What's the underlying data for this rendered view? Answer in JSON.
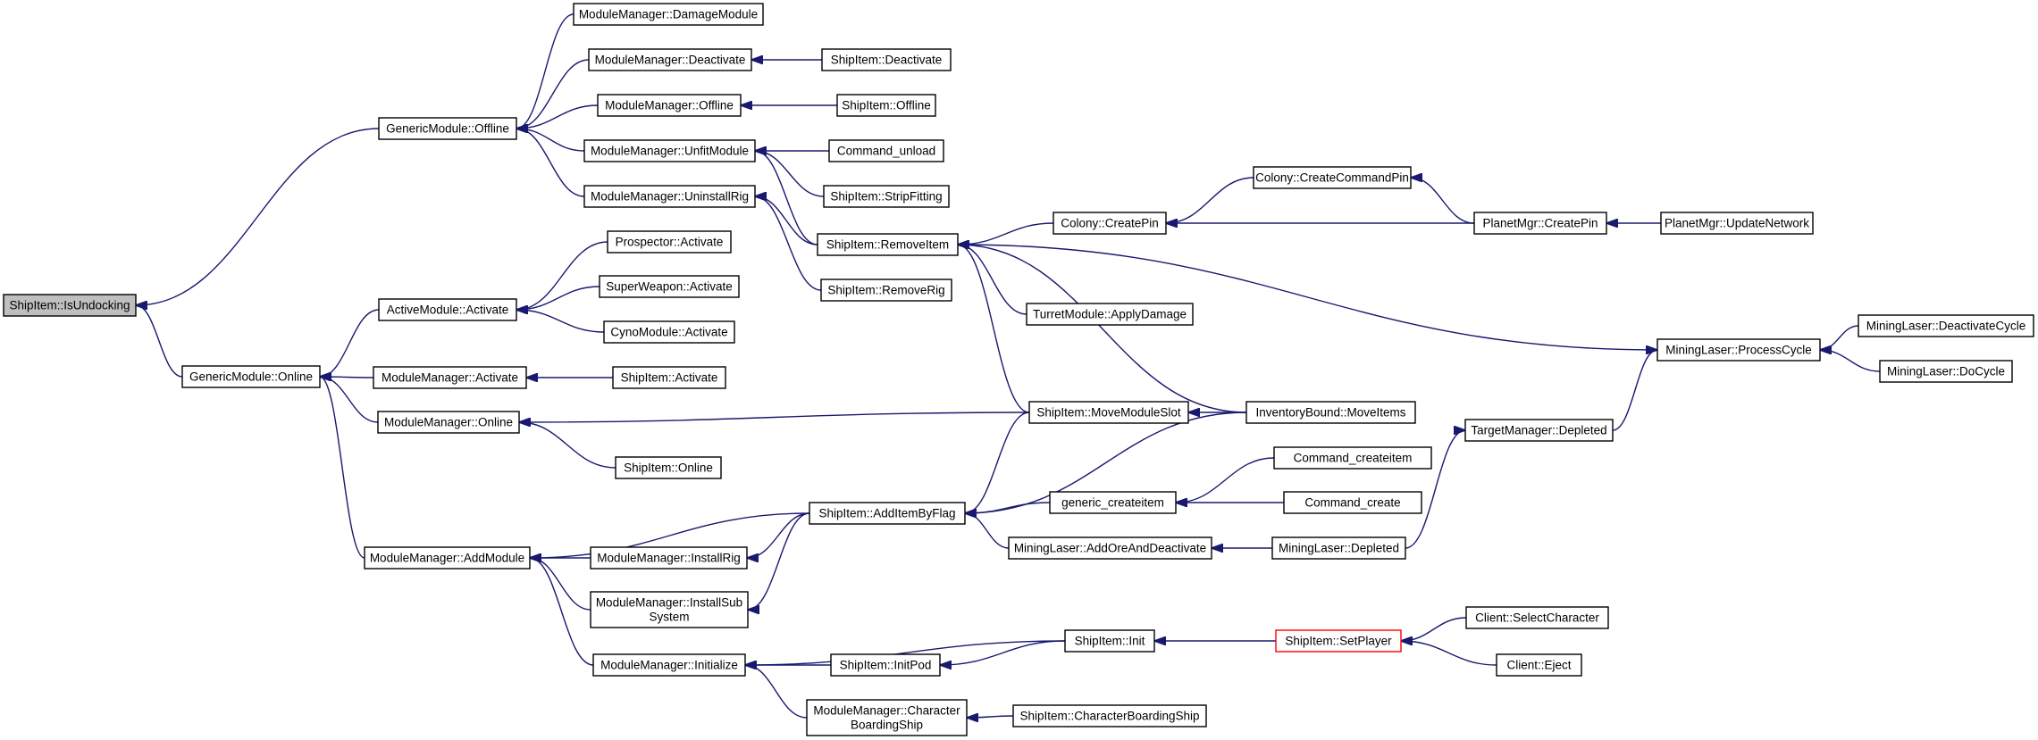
{
  "nodes": [
    {
      "id": "root",
      "lines": [
        "ShipItem::IsUndocking"
      ]
    },
    {
      "id": "gm_offline",
      "lines": [
        "GenericModule::Offline"
      ]
    },
    {
      "id": "gm_online",
      "lines": [
        "GenericModule::Online"
      ]
    },
    {
      "id": "mm_damage",
      "lines": [
        "ModuleManager::DamageModule"
      ]
    },
    {
      "id": "mm_deactivate",
      "lines": [
        "ModuleManager::Deactivate"
      ]
    },
    {
      "id": "mm_offline",
      "lines": [
        "ModuleManager::Offline"
      ]
    },
    {
      "id": "mm_unfit",
      "lines": [
        "ModuleManager::UnfitModule"
      ]
    },
    {
      "id": "mm_uninstallrig",
      "lines": [
        "ModuleManager::UninstallRig"
      ]
    },
    {
      "id": "si_deactivate",
      "lines": [
        "ShipItem::Deactivate"
      ]
    },
    {
      "id": "si_offline",
      "lines": [
        "ShipItem::Offline"
      ]
    },
    {
      "id": "cmd_unload",
      "lines": [
        "Command_unload"
      ]
    },
    {
      "id": "si_strip",
      "lines": [
        "ShipItem::StripFitting"
      ]
    },
    {
      "id": "si_removeitem",
      "lines": [
        "ShipItem::RemoveItem"
      ]
    },
    {
      "id": "si_removerig",
      "lines": [
        "ShipItem::RemoveRig"
      ]
    },
    {
      "id": "colony_createpin",
      "lines": [
        "Colony::CreatePin"
      ]
    },
    {
      "id": "colony_createcmdpin",
      "lines": [
        "Colony::CreateCommandPin"
      ]
    },
    {
      "id": "pm_createpin",
      "lines": [
        "PlanetMgr::CreatePin"
      ]
    },
    {
      "id": "pm_updatenet",
      "lines": [
        "PlanetMgr::UpdateNetwork"
      ]
    },
    {
      "id": "turret_applydmg",
      "lines": [
        "TurretModule::ApplyDamage"
      ]
    },
    {
      "id": "am_activate",
      "lines": [
        "ActiveModule::Activate"
      ]
    },
    {
      "id": "prospector",
      "lines": [
        "Prospector::Activate"
      ]
    },
    {
      "id": "superweapon",
      "lines": [
        "SuperWeapon::Activate"
      ]
    },
    {
      "id": "cyno",
      "lines": [
        "CynoModule::Activate"
      ]
    },
    {
      "id": "mm_activate",
      "lines": [
        "ModuleManager::Activate"
      ]
    },
    {
      "id": "si_activate",
      "lines": [
        "ShipItem::Activate"
      ]
    },
    {
      "id": "mm_online",
      "lines": [
        "ModuleManager::Online"
      ]
    },
    {
      "id": "si_online",
      "lines": [
        "ShipItem::Online"
      ]
    },
    {
      "id": "si_movemodule",
      "lines": [
        "ShipItem::MoveModuleSlot"
      ]
    },
    {
      "id": "inv_moveitems",
      "lines": [
        "InventoryBound::MoveItems"
      ]
    },
    {
      "id": "ml_processcycle",
      "lines": [
        "MiningLaser::ProcessCycle"
      ]
    },
    {
      "id": "ml_deactivatecycle",
      "lines": [
        "MiningLaser::DeactivateCycle"
      ]
    },
    {
      "id": "ml_docycle",
      "lines": [
        "MiningLaser::DoCycle"
      ]
    },
    {
      "id": "tm_depleted",
      "lines": [
        "TargetManager::Depleted"
      ]
    },
    {
      "id": "mm_addmodule",
      "lines": [
        "ModuleManager::AddModule"
      ]
    },
    {
      "id": "si_additembyflag",
      "lines": [
        "ShipItem::AddItemByFlag"
      ]
    },
    {
      "id": "mm_installrig",
      "lines": [
        "ModuleManager::InstallRig"
      ]
    },
    {
      "id": "mm_installsub",
      "lines": [
        "ModuleManager::InstallSub",
        "System"
      ]
    },
    {
      "id": "generic_create",
      "lines": [
        "generic_createitem"
      ]
    },
    {
      "id": "cmd_createitem",
      "lines": [
        "Command_createitem"
      ]
    },
    {
      "id": "cmd_create",
      "lines": [
        "Command_create"
      ]
    },
    {
      "id": "ml_addore",
      "lines": [
        "MiningLaser::AddOreAndDeactivate"
      ]
    },
    {
      "id": "ml_depleted",
      "lines": [
        "MiningLaser::Depleted"
      ]
    },
    {
      "id": "mm_initialize",
      "lines": [
        "ModuleManager::Initialize"
      ]
    },
    {
      "id": "si_init",
      "lines": [
        "ShipItem::Init"
      ]
    },
    {
      "id": "si_initpod",
      "lines": [
        "ShipItem::InitPod"
      ]
    },
    {
      "id": "si_setplayer",
      "lines": [
        "ShipItem::SetPlayer"
      ]
    },
    {
      "id": "client_select",
      "lines": [
        "Client::SelectCharacter"
      ]
    },
    {
      "id": "client_eject",
      "lines": [
        "Client::Eject"
      ]
    },
    {
      "id": "mm_charboarding",
      "lines": [
        "ModuleManager::Character",
        "BoardingShip"
      ]
    },
    {
      "id": "si_charboarding",
      "lines": [
        "ShipItem::CharacterBoardingShip"
      ]
    }
  ],
  "edges": [
    [
      "gm_offline",
      "root"
    ],
    [
      "gm_online",
      "root"
    ],
    [
      "mm_damage",
      "gm_offline"
    ],
    [
      "mm_deactivate",
      "gm_offline"
    ],
    [
      "mm_offline",
      "gm_offline"
    ],
    [
      "mm_unfit",
      "gm_offline"
    ],
    [
      "mm_uninstallrig",
      "gm_offline"
    ],
    [
      "si_deactivate",
      "mm_deactivate"
    ],
    [
      "si_offline",
      "mm_offline"
    ],
    [
      "cmd_unload",
      "mm_unfit"
    ],
    [
      "si_strip",
      "mm_unfit"
    ],
    [
      "si_removeitem",
      "mm_unfit"
    ],
    [
      "si_removeitem",
      "mm_uninstallrig"
    ],
    [
      "si_removerig",
      "mm_uninstallrig"
    ],
    [
      "colony_createpin",
      "si_removeitem"
    ],
    [
      "turret_applydmg",
      "si_removeitem"
    ],
    [
      "si_movemodule",
      "si_removeitem"
    ],
    [
      "inv_moveitems",
      "si_removeitem"
    ],
    [
      "ml_processcycle",
      "si_removeitem"
    ],
    [
      "colony_createcmdpin",
      "colony_createpin"
    ],
    [
      "pm_createpin",
      "colony_createpin"
    ],
    [
      "pm_createpin",
      "colony_createcmdpin"
    ],
    [
      "pm_updatenet",
      "pm_createpin"
    ],
    [
      "ml_deactivatecycle",
      "ml_processcycle"
    ],
    [
      "ml_docycle",
      "ml_processcycle"
    ],
    [
      "tm_depleted",
      "ml_processcycle"
    ],
    [
      "ml_depleted",
      "tm_depleted"
    ],
    [
      "am_activate",
      "gm_online"
    ],
    [
      "mm_activate",
      "gm_online"
    ],
    [
      "mm_online",
      "gm_online"
    ],
    [
      "mm_addmodule",
      "gm_online"
    ],
    [
      "prospector",
      "am_activate"
    ],
    [
      "superweapon",
      "am_activate"
    ],
    [
      "cyno",
      "am_activate"
    ],
    [
      "si_activate",
      "mm_activate"
    ],
    [
      "si_movemodule",
      "mm_online"
    ],
    [
      "si_online",
      "mm_online"
    ],
    [
      "inv_moveitems",
      "si_movemodule"
    ],
    [
      "si_additembyflag",
      "mm_addmodule"
    ],
    [
      "mm_installrig",
      "mm_addmodule"
    ],
    [
      "mm_installsub",
      "mm_addmodule"
    ],
    [
      "mm_initialize",
      "mm_addmodule"
    ],
    [
      "si_additembyflag",
      "mm_installrig"
    ],
    [
      "si_additembyflag",
      "mm_installsub"
    ],
    [
      "si_movemodule",
      "si_additembyflag"
    ],
    [
      "inv_moveitems",
      "si_additembyflag"
    ],
    [
      "generic_create",
      "si_additembyflag"
    ],
    [
      "ml_addore",
      "si_additembyflag"
    ],
    [
      "cmd_createitem",
      "generic_create"
    ],
    [
      "cmd_create",
      "generic_create"
    ],
    [
      "ml_depleted",
      "ml_addore"
    ],
    [
      "si_init",
      "mm_initialize"
    ],
    [
      "si_initpod",
      "mm_initialize"
    ],
    [
      "mm_charboarding",
      "mm_initialize"
    ],
    [
      "si_init",
      "si_initpod"
    ],
    [
      "si_setplayer",
      "si_init"
    ],
    [
      "client_select",
      "si_setplayer"
    ],
    [
      "client_eject",
      "si_setplayer"
    ],
    [
      "si_charboarding",
      "mm_charboarding"
    ]
  ]
}
